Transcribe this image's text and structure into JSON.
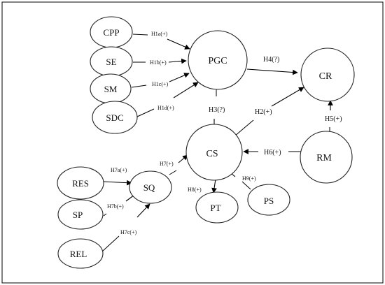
{
  "nodes": {
    "cpp": "CPP",
    "se": "SE",
    "sm": "SM",
    "sdc": "SDC",
    "pgc": "PGC",
    "cr": "CR",
    "cs": "CS",
    "rm": "RM",
    "res": "RES",
    "sp": "SP",
    "rel": "REL",
    "sq": "SQ",
    "pt": "PT",
    "ps": "PS"
  },
  "hypotheses": {
    "h1a": "H1a(+)",
    "h1b": "H1b(+)",
    "h1c": "H1c(+)",
    "h1d": "H1d(+)",
    "h2": "H2(+)",
    "h3": "H3(?)",
    "h4": "H4(?)",
    "h5": "H5(+)",
    "h6": "H6(+)",
    "h7": "H7(+)",
    "h7a": "H7a(+)",
    "h7b": "H7b(+)",
    "h7c": "H7c(+)",
    "h8": "H8(+)",
    "h9": "H9(+)"
  }
}
